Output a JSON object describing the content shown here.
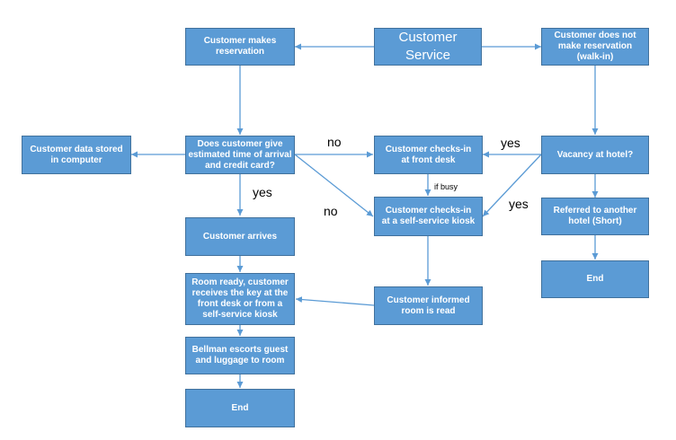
{
  "colors": {
    "box_fill": "#5b9bd5",
    "box_border": "#41719c",
    "arrow": "#5b9bd5",
    "text": "#ffffff"
  },
  "nodes": {
    "customer_service": "Customer Service",
    "makes_reservation": "Customer makes reservation",
    "no_reservation": "Customer does not make reservation (walk-in)",
    "data_stored": "Customer data stored in computer",
    "give_eta": "Does customer give estimated time of arrival and credit card?",
    "checkin_front_desk": "Customer checks-in at front desk",
    "vacancy": "Vacancy at hotel?",
    "checkin_kiosk": "Customer checks-in at a self-service kiosk",
    "referred": "Referred to another hotel (Short)",
    "arrives": "Customer arrives",
    "end_right": "End",
    "room_ready": "Room ready, customer receives the key at the front desk or from a self-service kiosk",
    "informed": "Customer informed room is read",
    "bellman": "Bellman escorts guest and luggage to room",
    "end_bottom": "End"
  },
  "edge_labels": {
    "no_front_desk": "no",
    "no_kiosk": "no",
    "yes_arrives": "yes",
    "yes_front_desk": "yes",
    "yes_kiosk": "yes",
    "if_busy": "if busy"
  }
}
